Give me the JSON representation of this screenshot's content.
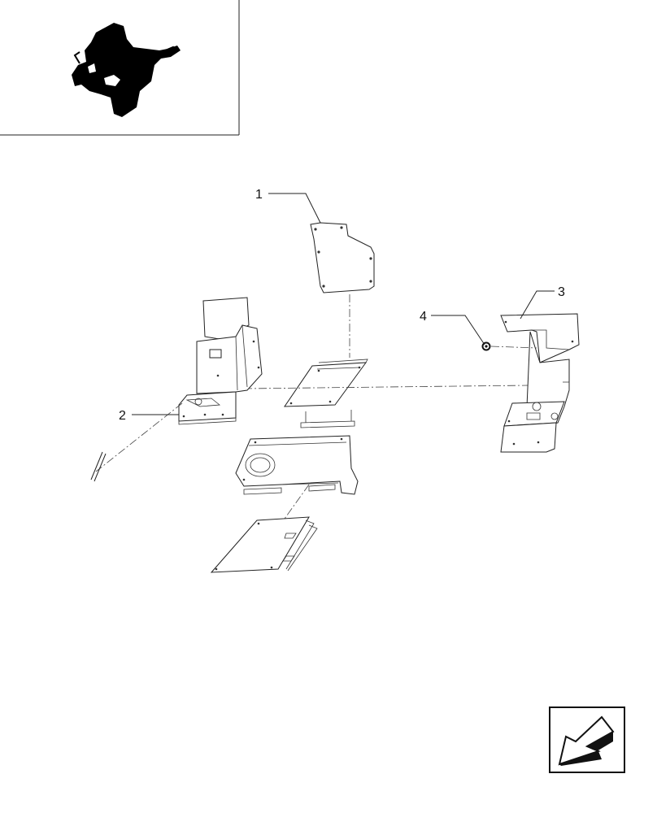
{
  "diagram": {
    "callouts": [
      {
        "id": "1",
        "label": "1"
      },
      {
        "id": "2",
        "label": "2"
      },
      {
        "id": "3",
        "label": "3"
      },
      {
        "id": "4",
        "label": "4"
      }
    ],
    "icons": {
      "thumbnail": "machine-silhouette-icon",
      "navigation": "back-arrow-icon"
    },
    "colors": {
      "line": "#222222",
      "fill": "#000000",
      "background": "#ffffff"
    }
  }
}
